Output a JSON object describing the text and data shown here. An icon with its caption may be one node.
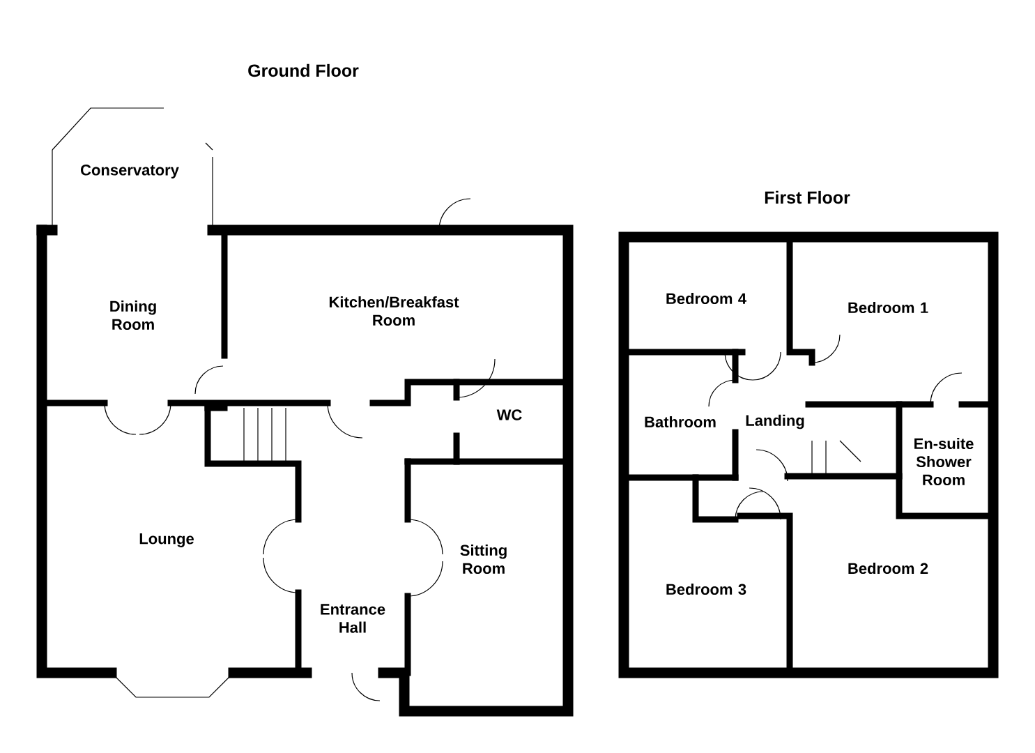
{
  "diagram": {
    "nodes": [
      {
        "text": [
          "Conservatory"
        ]
      },
      {
        "text": [
          "Dining Room"
        ]
      },
      {
        "text": [
          "Kitchen/Breakfast Room"
        ]
      },
      {
        "text": [
          "WC"
        ]
      },
      {
        "text": [
          "Lounge"
        ]
      },
      {
        "text": [
          "Entrance Hall"
        ]
      },
      {
        "text": [
          "Sitting Room"
        ]
      },
      {
        "text": [
          "Bedroom 4"
        ]
      },
      {
        "text": [
          "Bedroom 1"
        ]
      },
      {
        "text": [
          "Bathroom"
        ]
      },
      {
        "text": [
          "Landing"
        ]
      },
      {
        "text": [
          "En-suite Shower Room"
        ]
      },
      {
        "text": [
          "Bedroom 3"
        ]
      },
      {
        "text": [
          "Bedroom 2"
        ]
      }
    ],
    "labels": [
      "Ground Floor",
      "First Floor"
    ]
  }
}
